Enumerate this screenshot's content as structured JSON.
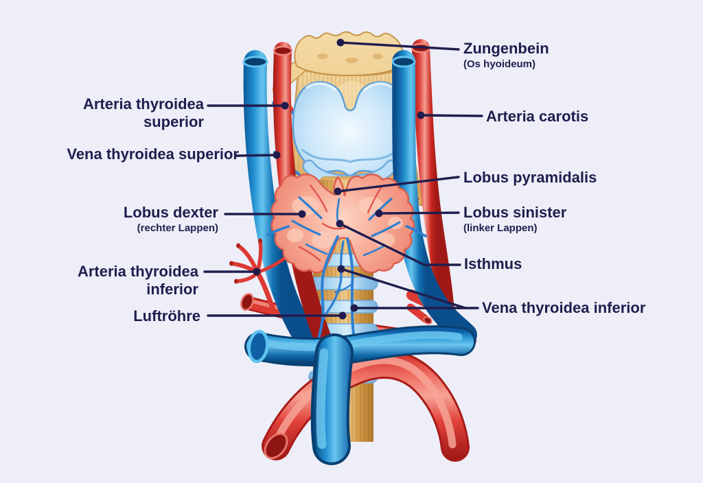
{
  "figure": {
    "background_color": "#EDEEF7",
    "label_color": "#201D4E",
    "leader_line_color": "#201D4E",
    "colors": {
      "vein_blue": "#1E8BCD",
      "vein_blue_highlight": "#66C5EF",
      "artery_red": "#DC3A33",
      "artery_red_highlight": "#F59B90",
      "bone_tan": "#EBC585",
      "cartilage_blue": "#CBE7F9",
      "thyroid_gland_pink": "#F8AE9A",
      "trachea_tan": "#DCA85B"
    }
  },
  "labels": {
    "left": [
      {
        "line1": "Arteria thyroidea",
        "line2": "superior"
      },
      {
        "line1": "Vena thyroidea superior"
      },
      {
        "line1": "Lobus dexter",
        "sub": "(rechter Lappen)"
      },
      {
        "line1": "Arteria thyroidea",
        "line2": "inferior"
      },
      {
        "line1": "Luftröhre"
      }
    ],
    "right": [
      {
        "line1": "Zungenbein",
        "sub": "(Os hyoideum)"
      },
      {
        "line1": "Arteria carotis"
      },
      {
        "line1": "Lobus pyramidalis"
      },
      {
        "line1": "Lobus sinister",
        "sub": "(linker Lappen)"
      },
      {
        "line1": "Isthmus"
      },
      {
        "line1": "Vena thyroidea inferior"
      }
    ]
  }
}
